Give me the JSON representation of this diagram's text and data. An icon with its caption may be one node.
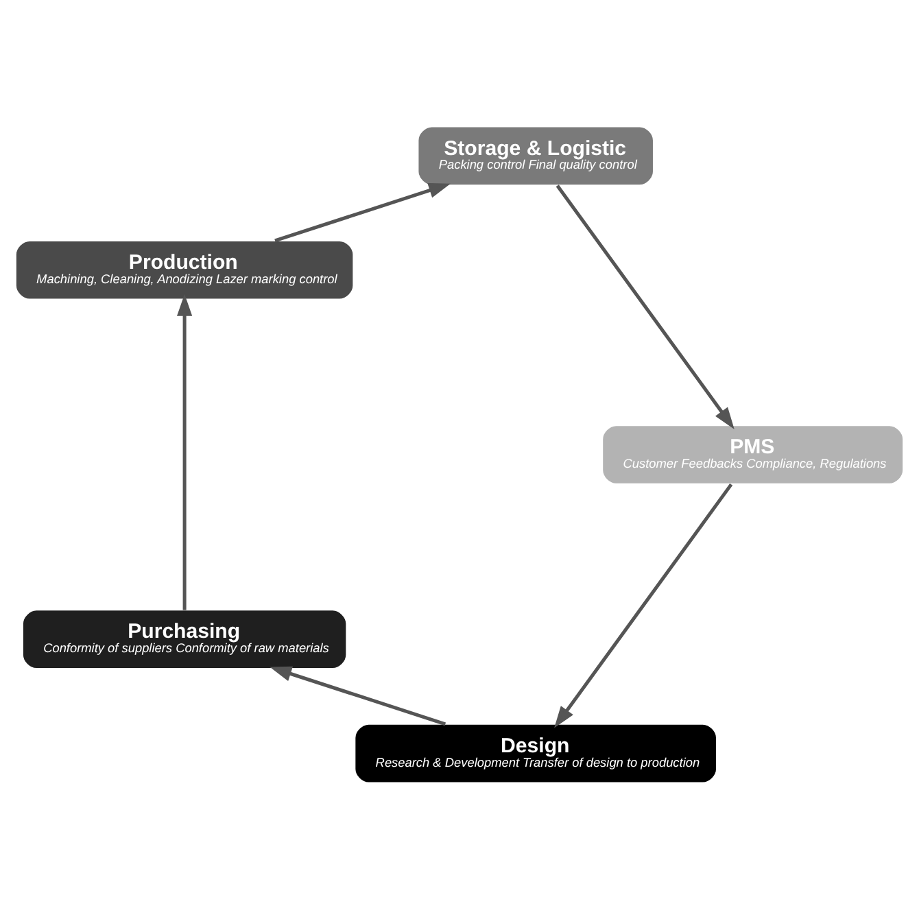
{
  "diagram": {
    "nodes": [
      {
        "text": [
          "Design",
          "Research & Development Transfer of design to production"
        ]
      },
      {
        "text": [
          "Purchasing",
          "Conformity of suppliers Conformity of raw materials"
        ]
      },
      {
        "text": [
          "Production",
          "Machining, Cleaning, Anodizing Lazer marking control"
        ]
      },
      {
        "text": [
          "Storage & Logistic",
          "Packing control Final quality control"
        ]
      },
      {
        "text": [
          "PMS",
          "Customer Feedbacks Compliance, Regulations"
        ]
      }
    ],
    "edges": [
      {
        "from": 0,
        "to": 1,
        "arrow": "to"
      },
      {
        "from": 1,
        "to": 2,
        "arrow": "to"
      },
      {
        "from": 2,
        "to": 3,
        "arrow": "to"
      },
      {
        "from": 3,
        "to": 4,
        "arrow": "to"
      },
      {
        "from": 4,
        "to": 0,
        "arrow": "to"
      }
    ]
  }
}
